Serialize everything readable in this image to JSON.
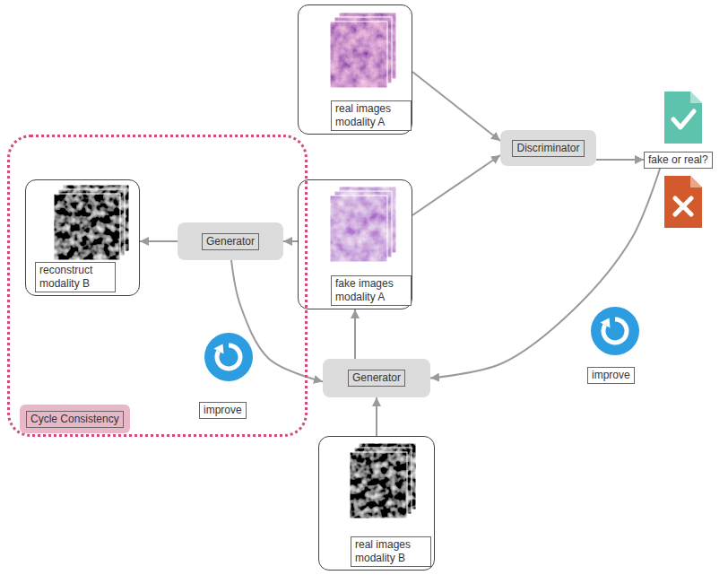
{
  "diagram": {
    "nodes": [
      {
        "text": [
          "real images modality A"
        ]
      },
      {
        "text": [
          "Discriminator"
        ]
      },
      {
        "text": [
          "fake or real?"
        ]
      },
      {
        "text": [
          "Cycle Consistency"
        ]
      },
      {
        "text": [
          "reconstruct modality B"
        ],
        "in": 3
      },
      {
        "text": [
          "Generator"
        ],
        "in": 3
      },
      {
        "text": [
          "fake images modality A"
        ]
      },
      {
        "text": [
          "improve"
        ]
      },
      {
        "text": [
          "improve"
        ],
        "in": 3
      },
      {
        "text": [
          "Generator"
        ]
      },
      {
        "text": [
          "real images modality B"
        ]
      }
    ],
    "edges": [
      {
        "from": 0,
        "to": 1,
        "arrow": "to"
      },
      {
        "from": 6,
        "to": 1,
        "arrow": "to"
      },
      {
        "from": 1,
        "to": 2,
        "arrow": "to"
      },
      {
        "from": 2,
        "to": 9,
        "arrow": "to"
      },
      {
        "from": 10,
        "to": 9,
        "arrow": "to"
      },
      {
        "from": 9,
        "to": 6,
        "arrow": "to"
      },
      {
        "from": 6,
        "to": 5,
        "arrow": "to"
      },
      {
        "from": 5,
        "to": 4,
        "arrow": "to"
      },
      {
        "from": 5,
        "to": 9,
        "arrow": "to"
      }
    ]
  }
}
